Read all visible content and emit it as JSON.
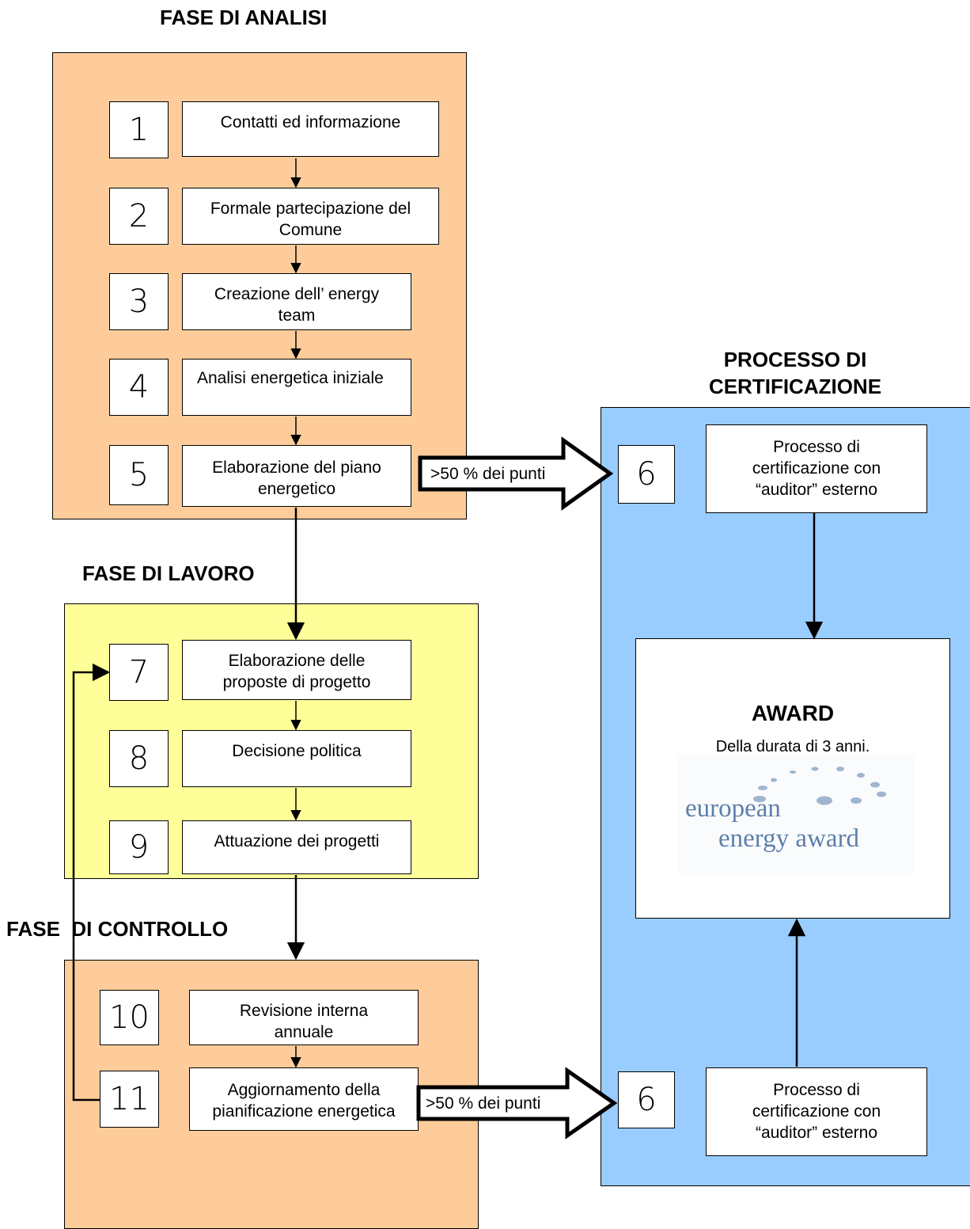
{
  "colors": {
    "analysis_fill": "#fdcc9a",
    "work_fill": "#ffff99",
    "control_fill": "#fdcc9a",
    "certification_fill": "#99ccff",
    "logo_text": "#5c7fae",
    "logo_dots": "#9fb5d0"
  },
  "phases": {
    "analysis": {
      "title": "FASE DI ANALISI",
      "steps": [
        {
          "num": "1",
          "label": "Contatti ed informazione"
        },
        {
          "num": "2",
          "label": "Formale partecipazione del Comune"
        },
        {
          "num": "3",
          "label": "Creazione dell’ energy team"
        },
        {
          "num": "4",
          "label": "Analisi energetica iniziale"
        },
        {
          "num": "5",
          "label": "Elaborazione del piano energetico"
        }
      ]
    },
    "work": {
      "title": "FASE DI LAVORO",
      "steps": [
        {
          "num": "7",
          "label": "Elaborazione delle proposte di progetto"
        },
        {
          "num": "8",
          "label": "Decisione politica"
        },
        {
          "num": "9",
          "label": "Attuazione dei progetti"
        }
      ]
    },
    "control": {
      "title": "FASE  DI CONTROLLO",
      "steps": [
        {
          "num": "10",
          "label": "Revisione interna annuale"
        },
        {
          "num": "11",
          "label": "Aggiornamento della pianificazione energetica"
        }
      ]
    },
    "certification": {
      "title": "PROCESSO DI CERTIFICAZIONE",
      "steps": [
        {
          "num": "6",
          "label": "Processo di certificazione con “auditor” esterno"
        },
        {
          "num": "6",
          "label": "Processo di certificazione con “auditor” esterno"
        }
      ],
      "award": {
        "title": "AWARD",
        "subtitle": "Della durata di 3 anni.",
        "logo_line1": "european",
        "logo_line2": "energy award"
      }
    }
  },
  "arrows": {
    "threshold_upper": ">50 % dei punti",
    "threshold_lower": ">50 % dei punti"
  }
}
